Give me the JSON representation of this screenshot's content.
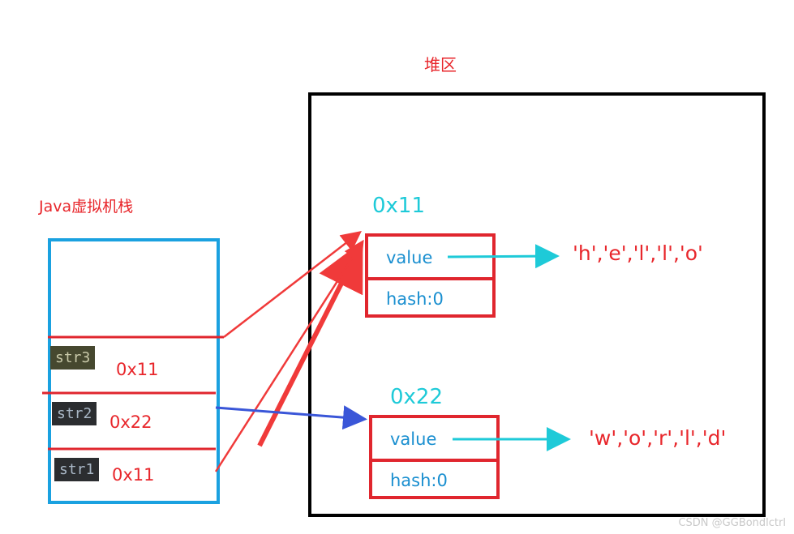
{
  "heap": {
    "title": "堆区",
    "objects": [
      {
        "address": "0x11",
        "value_label": "value",
        "hash_label": "hash:0",
        "chars": "'h','e','l','l','o'"
      },
      {
        "address": "0x22",
        "value_label": "value",
        "hash_label": "hash:0",
        "chars": "'w','o','r','l','d'"
      }
    ]
  },
  "stack": {
    "title": "Java虚拟机栈",
    "vars": [
      {
        "name": "str3",
        "ref": "0x11"
      },
      {
        "name": "str2",
        "ref": "0x22"
      },
      {
        "name": "str1",
        "ref": "0x11"
      }
    ]
  },
  "watermark": "CSDN @GGBondlctrl",
  "colors": {
    "heap_border": "#000000",
    "stack_border": "#1aa1e0",
    "object_border": "#e0262e",
    "pointer_red": "#f03a3a",
    "pointer_blue": "#3a56d8",
    "char_arrow": "#1ecad8"
  }
}
